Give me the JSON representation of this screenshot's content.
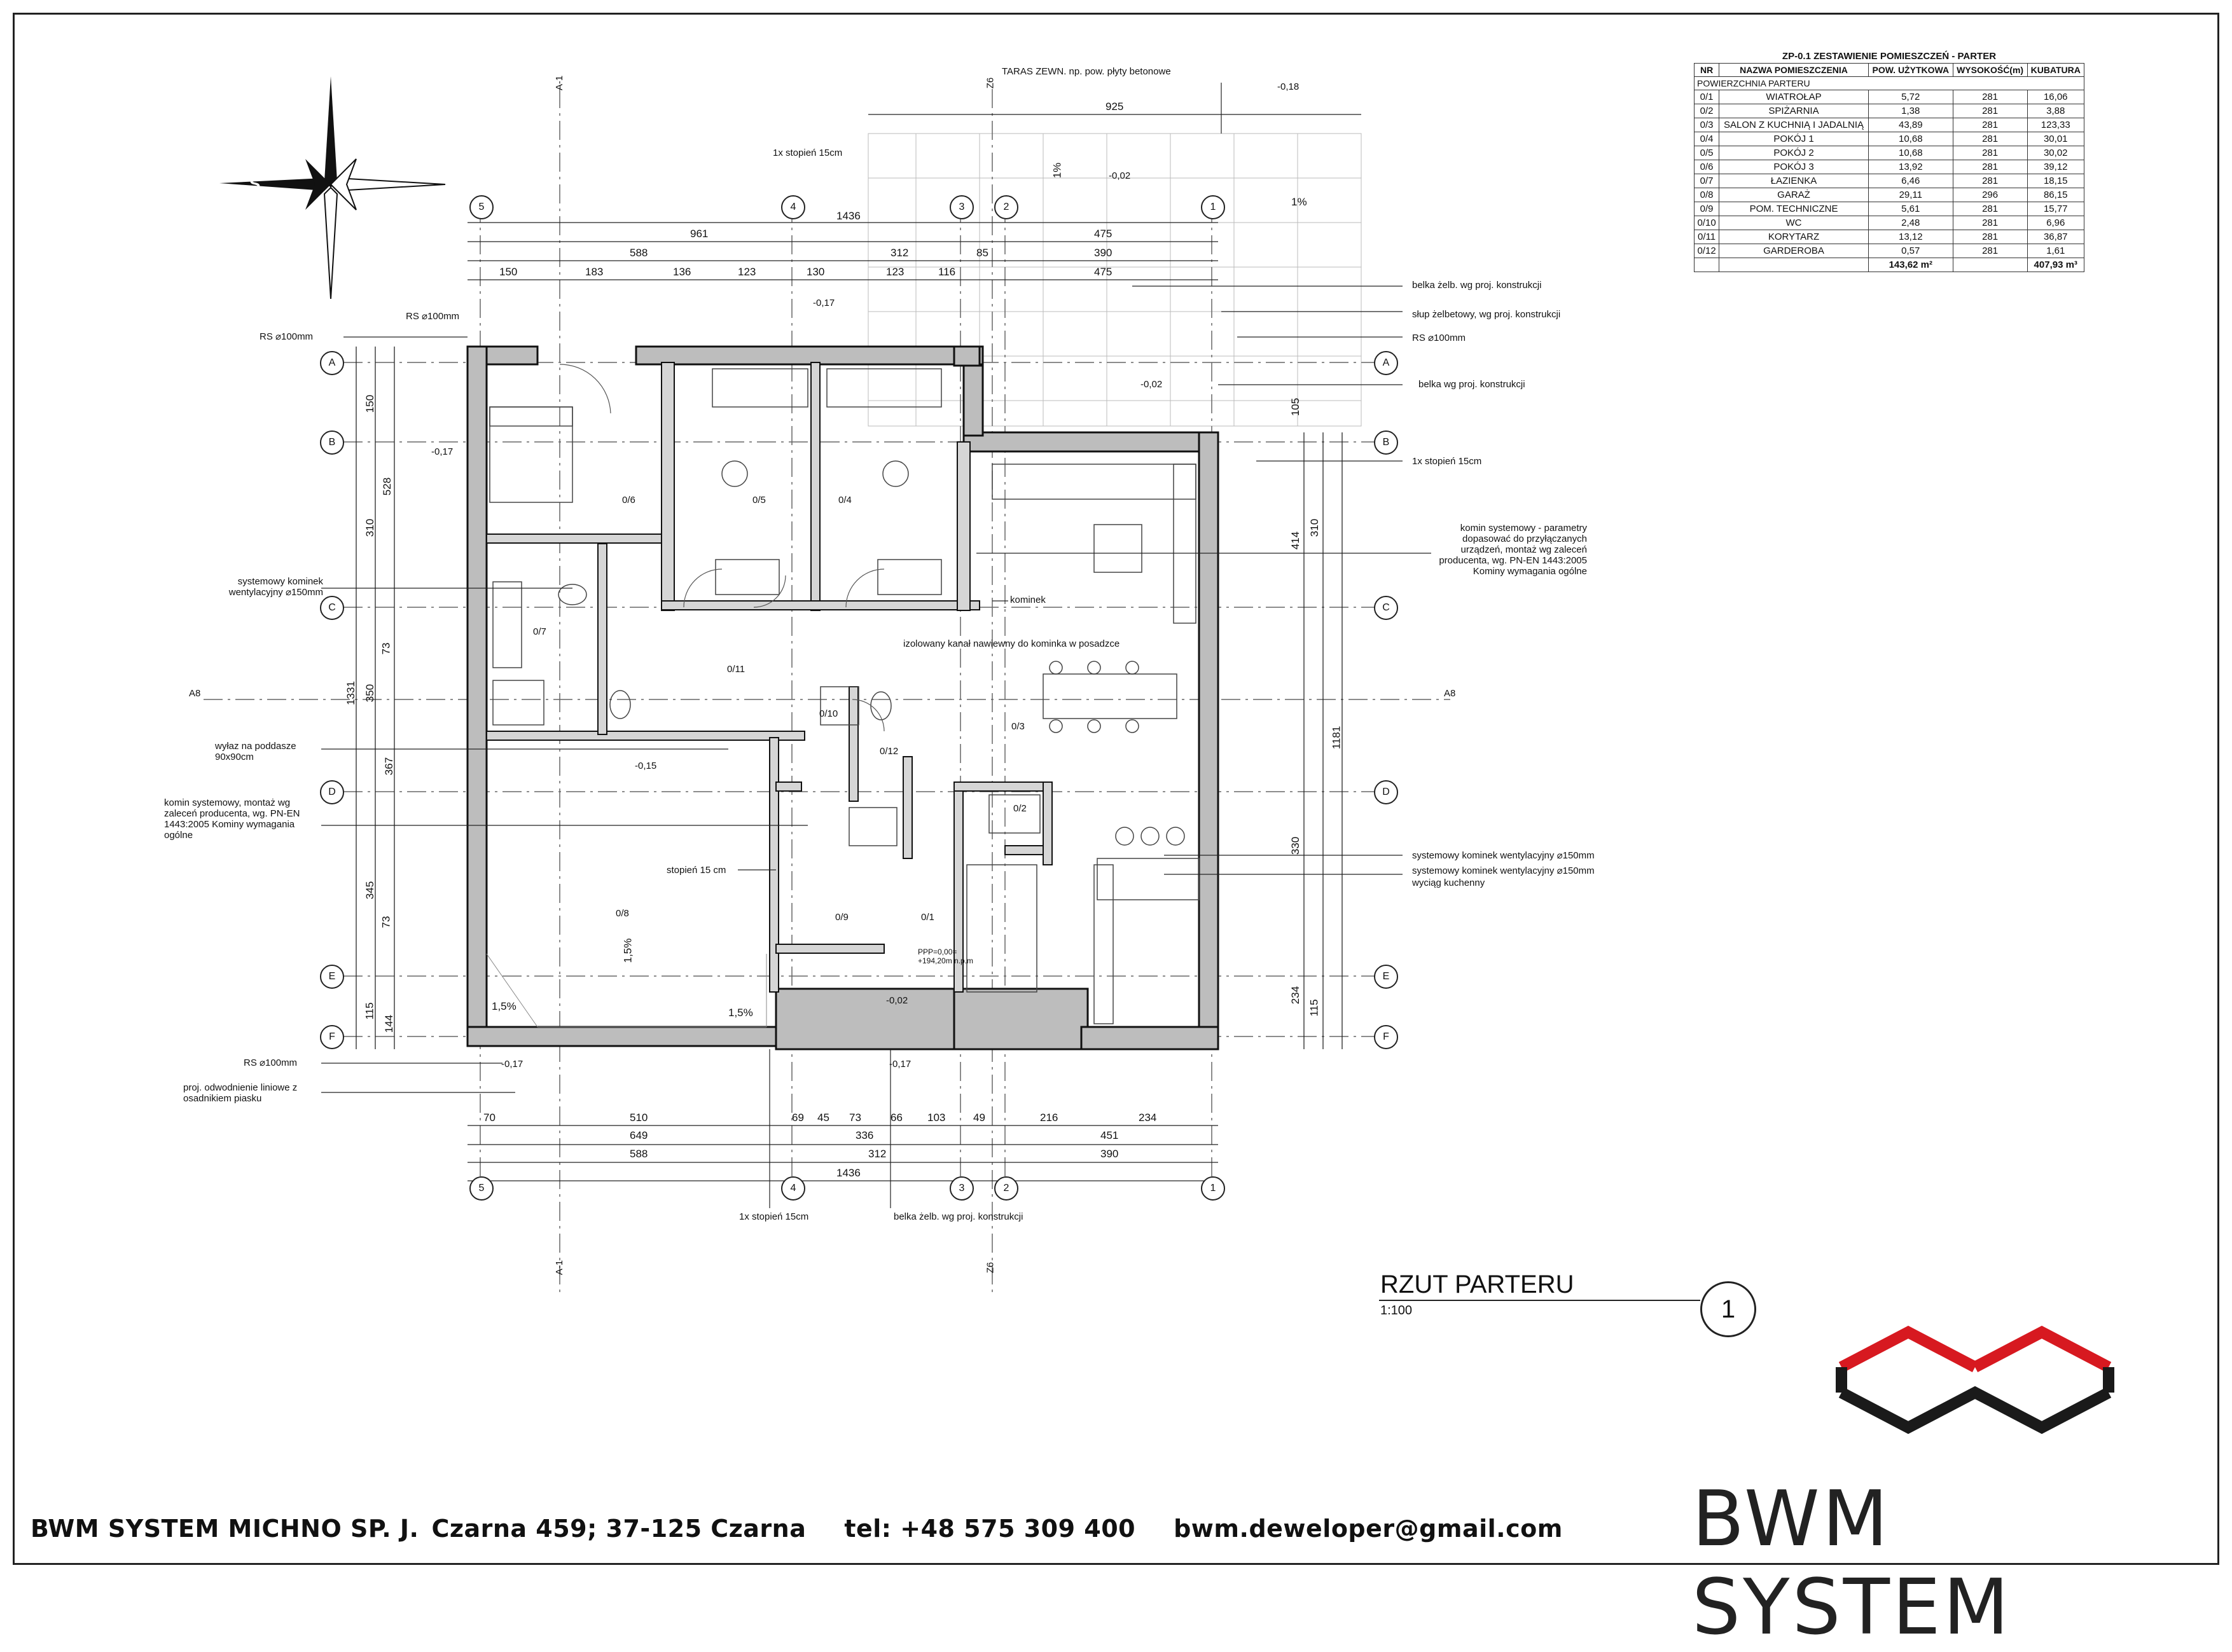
{
  "sheet": {
    "title": "RZUT PARTERU",
    "scale": "1:100",
    "number": "1"
  },
  "room_table": {
    "title": "ZP-0.1  ZESTAWIENIE POMIESZCZEŃ - PARTER",
    "headers": [
      "NR",
      "NAZWA POMIESZCZENIA",
      "POW. UŻYTKOWA",
      "WYSOKOŚĆ(m)",
      "KUBATURA"
    ],
    "section": "POWIERZCHNIA PARTERU",
    "rows": [
      {
        "nr": "0/1",
        "name": "WIATROŁAP",
        "area": "5,72",
        "height": "281",
        "volume": "16,06"
      },
      {
        "nr": "0/2",
        "name": "SPIŻARNIA",
        "area": "1,38",
        "height": "281",
        "volume": "3,88"
      },
      {
        "nr": "0/3",
        "name": "SALON Z KUCHNIĄ I JADALNIĄ",
        "area": "43,89",
        "height": "281",
        "volume": "123,33"
      },
      {
        "nr": "0/4",
        "name": "POKÓJ 1",
        "area": "10,68",
        "height": "281",
        "volume": "30,01"
      },
      {
        "nr": "0/5",
        "name": "POKÓJ 2",
        "area": "10,68",
        "height": "281",
        "volume": "30,02"
      },
      {
        "nr": "0/6",
        "name": "POKÓJ 3",
        "area": "13,92",
        "height": "281",
        "volume": "39,12"
      },
      {
        "nr": "0/7",
        "name": "ŁAZIENKA",
        "area": "6,46",
        "height": "281",
        "volume": "18,15"
      },
      {
        "nr": "0/8",
        "name": "GARAŻ",
        "area": "29,11",
        "height": "296",
        "volume": "86,15"
      },
      {
        "nr": "0/9",
        "name": "POM. TECHNICZNE",
        "area": "5,61",
        "height": "281",
        "volume": "15,77"
      },
      {
        "nr": "0/10",
        "name": "WC",
        "area": "2,48",
        "height": "281",
        "volume": "6,96"
      },
      {
        "nr": "0/11",
        "name": "KORYTARZ",
        "area": "13,12",
        "height": "281",
        "volume": "36,87"
      },
      {
        "nr": "0/12",
        "name": "GARDEROBA",
        "area": "0,57",
        "height": "281",
        "volume": "1,61"
      }
    ],
    "total_area": "143,62 m²",
    "total_volume": "407,93 m³"
  },
  "annotations": {
    "terrace": "TARAS ZEWN. np. pow. płyty betonowe",
    "step_top": "1x stopień 15cm",
    "beam_1": "belka żelb. wg proj. konstrukcji",
    "column": "słup żelbetowy, wg proj. konstrukcji",
    "rs_right": "RS ⌀100mm",
    "beam_2": "belka wg proj. konstrukcji",
    "step_right": "1x stopień 15cm",
    "chimney_right": "komin systemowy - parametry dopasować do przyłączanych urządzeń, montaż wg zaleceń producenta, wg. PN-EN 1443:2005 Kominy wymagania ogólne",
    "fireplace": "kominek",
    "air_channel": "izolowany kanał nawiewny do kominka w posadzce",
    "vent_1": "systemowy kominek wentylacyjny ⌀150mm",
    "vent_2": "systemowy kominek wentylacyjny ⌀150mm",
    "hood": "wyciąg kuchenny",
    "rs_top_left": "RS ⌀100mm",
    "rs_left": "RS ⌀100mm",
    "vent_left": "systemowy kominek wentylacyjny  ⌀150mm",
    "attic_exit": "wyłaz na poddasze 90x90cm",
    "chimney_left": "komin systemowy, montaż wg zaleceń producenta, wg. PN-EN 1443:2005 Kominy wymagania ogólne",
    "step_garage": "stopień 15 cm",
    "rs_bottom": "RS ⌀100mm",
    "drainage": "proj. odwodnienie liniowe z osadnikiem piasku",
    "step_bottom": "1x stopień 15cm",
    "beam_bottom": "belka żelb. wg proj. konstrukcji",
    "slope_1": "1%",
    "slope_2": "1%",
    "slope_3": "1,5%",
    "slope_4": "1,5%",
    "slope_5": "1,5%",
    "level_1": "-0,18",
    "level_2": "-0,02",
    "level_3": "-0,17",
    "level_4": "-0,02",
    "level_5": "-0,17",
    "level_6": "-0,15",
    "level_7": "-0,17",
    "level_8": "-0,02",
    "level_9": "-0,17",
    "floor_level": "PPP=0,00= +194,20m n.p.m"
  },
  "grid_rows": [
    "A",
    "B",
    "C",
    "D",
    "E",
    "F"
  ],
  "grid_cols": [
    "5",
    "4",
    "3",
    "2",
    "1"
  ],
  "section_marks": [
    "A-1",
    "Z6",
    "A8"
  ],
  "room_tags": [
    "0/6",
    "0/5",
    "0/4",
    "0/7",
    "0/11",
    "0/3",
    "0/10",
    "0/12",
    "0/9",
    "0/1",
    "0/8",
    "0/2"
  ],
  "dims_top": {
    "terrace": "925",
    "overall": "1436",
    "row1": [
      "961",
      "475"
    ],
    "row2": [
      "588",
      "312",
      "85",
      "390"
    ],
    "row3": [
      "150",
      "183",
      "136",
      "123",
      "130",
      "123",
      "116",
      "475"
    ]
  },
  "dims_bottom": {
    "row1": [
      "70",
      "510",
      "69",
      "45",
      "73",
      "66",
      "103",
      "49",
      "216",
      "234"
    ],
    "row2": [
      "649",
      "336",
      "451"
    ],
    "row3": [
      "588",
      "312",
      "390"
    ],
    "overall": "1436"
  },
  "dims_side": {
    "left_total": "1331",
    "right_total": "1181",
    "left": [
      "150",
      "528",
      "310",
      "73",
      "350",
      "367",
      "345",
      "73",
      "115",
      "144"
    ],
    "right": [
      "105",
      "414",
      "310",
      "330",
      "115",
      "234"
    ]
  },
  "company": {
    "name": "BWM SYSTEM MICHNO SP. J.",
    "address": "Czarna 459; 37-125 Czarna",
    "phone": "tel: +48 575 309 400",
    "email": "bwm.deweloper@gmail.com",
    "brand": "BWM SYSTEM",
    "logo_colors": {
      "red": "#d71920",
      "black": "#1a1a1a"
    }
  }
}
